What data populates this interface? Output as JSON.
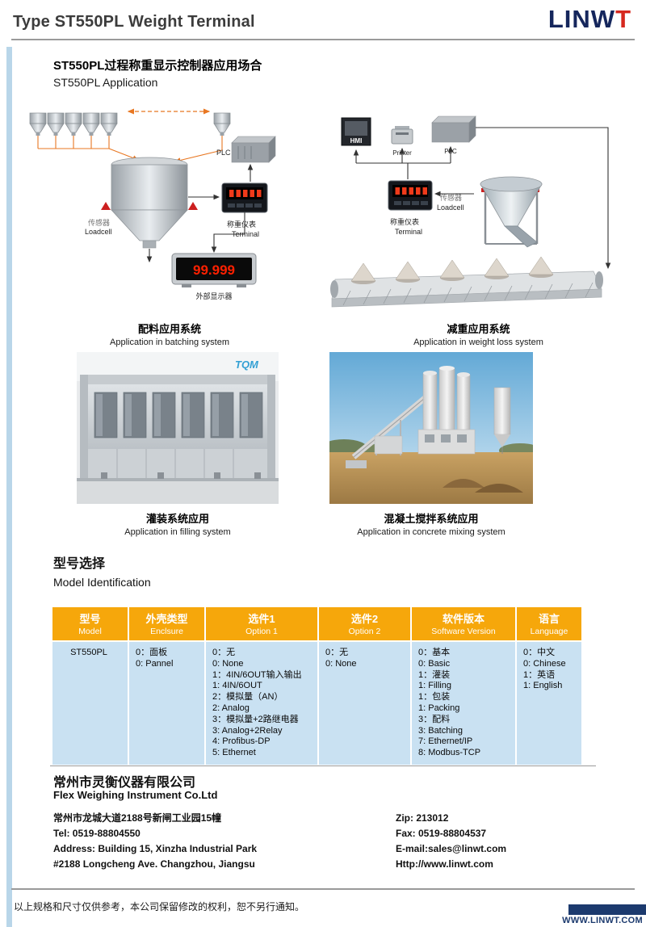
{
  "header": {
    "title": "Type ST550PL Weight Terminal",
    "logo_prefix": "LINW",
    "logo_suffix": "T"
  },
  "intro": {
    "title_cn": "ST550PL过程称重显示控制器应用场合",
    "title_en": "ST550PL Application"
  },
  "batching": {
    "plc": "PLC",
    "sensor_cn": "传感器",
    "sensor_en": "Loadcell",
    "terminal_cn": "称重仪表",
    "terminal_en": "Terminal",
    "display_value": "99.999",
    "display_label": "外部显示器",
    "caption_cn": "配料应用系统",
    "caption_en": "Application in batching system"
  },
  "weightloss": {
    "hmi": "HMI",
    "printer": "Printer",
    "plc": "PLC",
    "terminal_cn": "称重仪表",
    "terminal_en": "Terminal",
    "sensor_cn": "传感器",
    "sensor_en": "Loadcell",
    "caption_cn": "减重应用系统",
    "caption_en": "Application in weight loss system"
  },
  "filling_photo": {
    "watermark": "TQM",
    "caption_cn": "灌装系统应用",
    "caption_en": "Application in filling system"
  },
  "concrete_photo": {
    "caption_cn": "混凝土搅拌系统应用",
    "caption_en": "Application in concrete mixing system"
  },
  "model_section": {
    "title_cn": "型号选择",
    "title_en": "Model Identification"
  },
  "table": {
    "headers": [
      {
        "cn": "型号",
        "en": "Model"
      },
      {
        "cn": "外壳类型",
        "en": "Enclsure"
      },
      {
        "cn": "选件1",
        "en": "Option 1"
      },
      {
        "cn": "选件2",
        "en": "Option 2"
      },
      {
        "cn": "软件版本",
        "en": "Software Version"
      },
      {
        "cn": "语言",
        "en": "Language"
      }
    ],
    "model": "ST550PL",
    "enclosure": [
      "0：面板",
      "0: Pannel"
    ],
    "option1": [
      "0：无",
      "0: None",
      "1：4IN/6OUT输入输出",
      "1: 4IN/6OUT",
      "2：模拟量（AN）",
      "2: Analog",
      "3：模拟量+2路继电器",
      "3: Analog+2Relay",
      "4: Profibus-DP",
      "5: Ethernet"
    ],
    "option2": [
      "0：无",
      "0: None"
    ],
    "software": [
      "0：基本",
      "0: Basic",
      "1：灌装",
      "1: Filling",
      "1：包装",
      "1: Packing",
      "3：配料",
      "3: Batching",
      "7: Ethernet/IP",
      "8: Modbus-TCP"
    ],
    "language": [
      "0：中文",
      "0: Chinese",
      "1：英语",
      "1: English"
    ]
  },
  "company": {
    "name_cn": "常州市灵衡仪器有限公司",
    "name_en": "Flex Weighing Instrument Co.Ltd",
    "left_lines": [
      "常州市龙城大道2188号新闸工业园15幢",
      "Tel: 0519-88804550",
      "Address: Building 15, Xinzha Industrial Park",
      "#2188 Longcheng Ave. Changzhou, Jiangsu"
    ],
    "right_lines": [
      "Zip: 213012",
      "Fax: 0519-88804537",
      "E-mail:sales@linwt.com",
      "Http://www.linwt.com"
    ]
  },
  "footer": {
    "note": "以上规格和尺寸仅供参考，本公司保留修改的权利，恕不另行通知。",
    "website": "WWW.LINWT.COM"
  }
}
